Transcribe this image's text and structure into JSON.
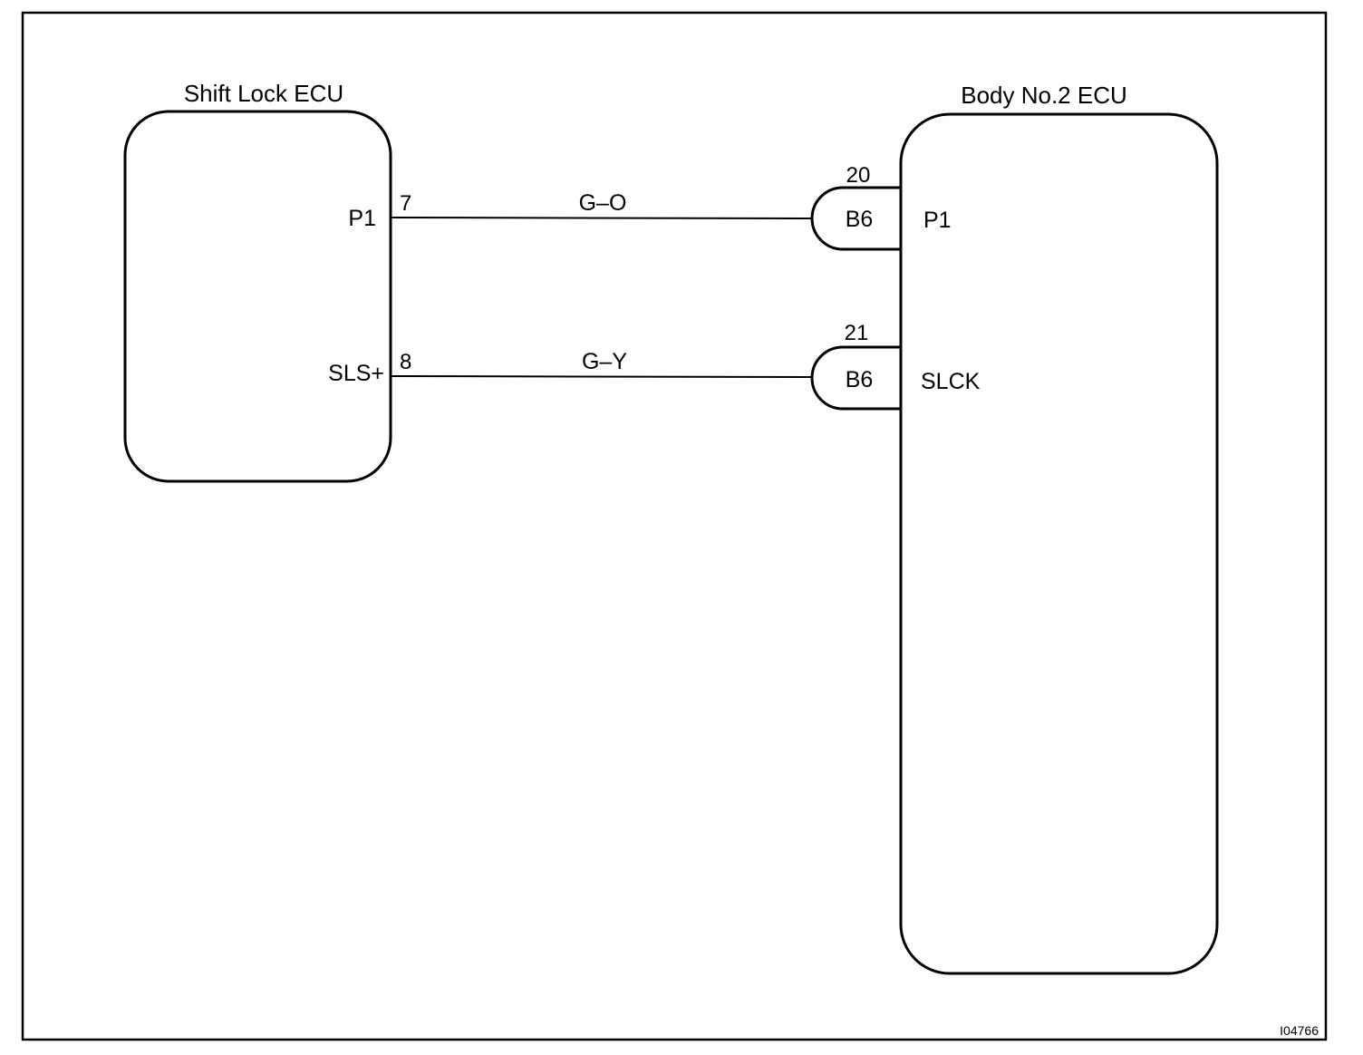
{
  "ecu_left": {
    "title": "Shift Lock ECU",
    "pins": [
      {
        "name": "P1",
        "number": "7"
      },
      {
        "name": "SLS+",
        "number": "8"
      }
    ]
  },
  "ecu_right": {
    "title": "Body No.2 ECU",
    "pins": [
      {
        "name": "P1",
        "connector": "B6",
        "number": "20"
      },
      {
        "name": "SLCK",
        "connector": "B6",
        "number": "21"
      }
    ]
  },
  "wires": [
    {
      "color_code": "G–O"
    },
    {
      "color_code": "G–Y"
    }
  ],
  "figure_id": "I04766"
}
